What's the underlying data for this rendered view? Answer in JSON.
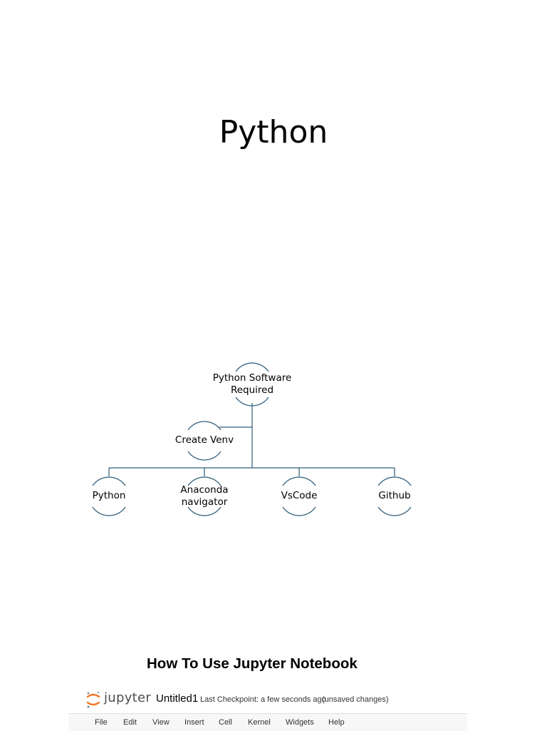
{
  "title": "Python",
  "diagram": {
    "root": "Python Software Required",
    "root_lines": [
      "Python Software",
      "Required"
    ],
    "assistant": "Create Venv",
    "children": [
      {
        "label": "Python",
        "lines": [
          "Python"
        ]
      },
      {
        "label": "Anaconda navigator",
        "lines": [
          "Anaconda",
          "navigator"
        ]
      },
      {
        "label": "VsCode",
        "lines": [
          "VsCode"
        ]
      },
      {
        "label": "Github",
        "lines": [
          "Github"
        ]
      }
    ],
    "line_color": "#2e5c7a"
  },
  "section_heading": "How To Use Jupyter Notebook",
  "jupyter": {
    "logo_text": "jupyter",
    "notebook_name": "Untitled1",
    "checkpoint": "Last Checkpoint: a few seconds ago",
    "status": "(unsaved changes)",
    "menu": [
      "File",
      "Edit",
      "View",
      "Insert",
      "Cell",
      "Kernel",
      "Widgets",
      "Help"
    ],
    "accent": "#f37726"
  }
}
